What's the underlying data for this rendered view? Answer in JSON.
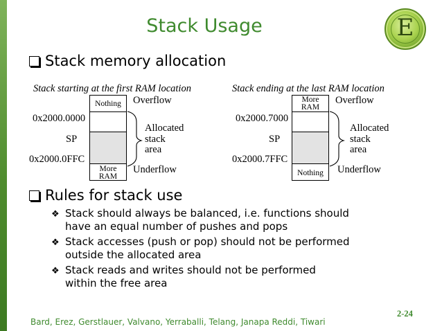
{
  "title": "Stack Usage",
  "logo_letter": "E",
  "section1": {
    "heading": "Stack memory allocation",
    "left_diagram": {
      "caption": "Stack starting at the first RAM location",
      "top_cell": "Nothing",
      "bottom_cell_line1": "More",
      "bottom_cell_line2": "RAM",
      "addr_top": "0x2000.0000",
      "addr_bottom": "0x2000.0FFC",
      "sp": "SP",
      "overflow": "Overflow",
      "underflow": "Underflow",
      "allocated_line1": "Allocated",
      "allocated_line2": "stack",
      "allocated_line3": "area"
    },
    "right_diagram": {
      "caption": "Stack ending at the last RAM location",
      "top_cell_line1": "More",
      "top_cell_line2": "RAM",
      "bottom_cell": "Nothing",
      "addr_top": "0x2000.7000",
      "addr_bottom": "0x2000.7FFC",
      "sp": "SP",
      "overflow": "Overflow",
      "underflow": "Underflow",
      "allocated_line1": "Allocated",
      "allocated_line2": "stack",
      "allocated_line3": "area"
    }
  },
  "section2": {
    "heading": "Rules for stack use",
    "items": [
      {
        "line1": "Stack should always be balanced, i.e. functions should",
        "line2": "have an equal number of pushes and pops"
      },
      {
        "line1": "Stack accesses (push or pop) should not be performed",
        "line2": "outside the allocated area"
      },
      {
        "line1": "Stack reads and writes should not be performed",
        "line2": "within the free area"
      }
    ]
  },
  "page_number": "2-24",
  "footer": "Bard, Erez, Gerstlauer, Valvano, Yerraballi, Telang, Janapa Reddi, Tiwari",
  "colors": {
    "accent": "#3f8a2e",
    "bar": "#4f8c2e"
  }
}
